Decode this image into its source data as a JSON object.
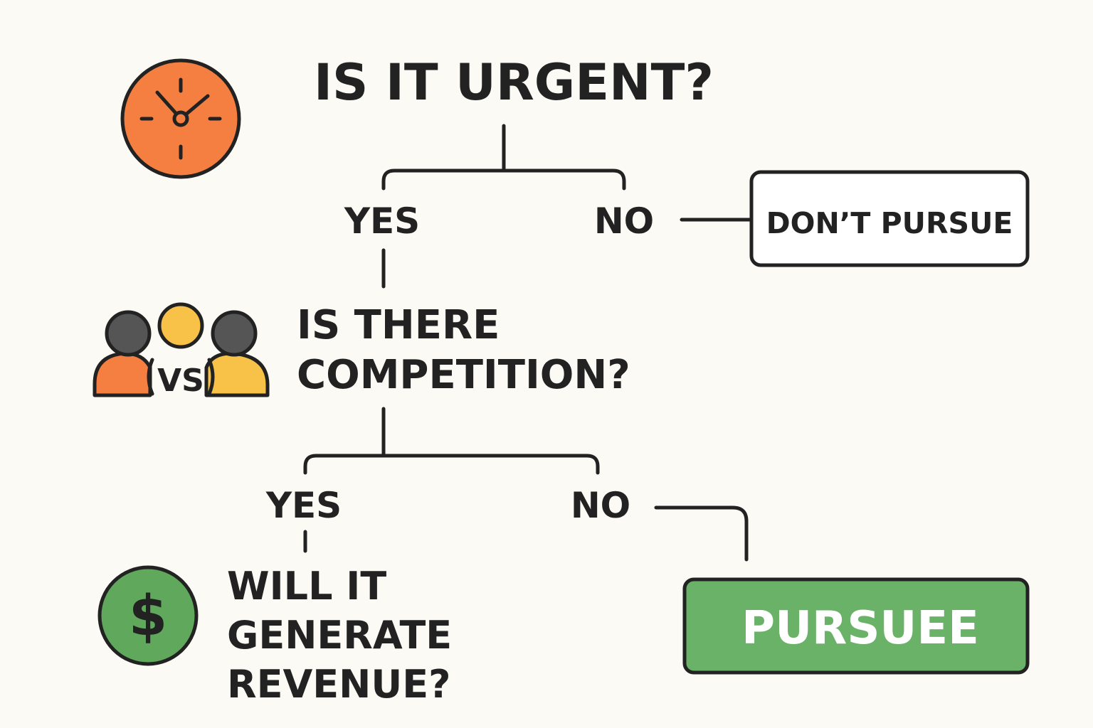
{
  "questions": {
    "urgent": "IS IT URGENT?",
    "competition": [
      "IS THERE",
      "COMPETITION?"
    ],
    "revenue": [
      "WILL IT",
      "GENERATE",
      "REVENUE?"
    ]
  },
  "branches": {
    "urgent_yes": "YES",
    "urgent_no": "NO",
    "competition_yes": "YES",
    "competition_no": "NO"
  },
  "outcomes": {
    "dont_pursue": "DON’T PURSUE",
    "pursue": "PURSUEE"
  },
  "icons": {
    "urgent": "clock-icon",
    "competition": "people-versus-icon",
    "competition_badge": "VS",
    "revenue": "dollar-coin-icon",
    "revenue_symbol": "$"
  },
  "colors": {
    "clock": "#f47f40",
    "person_orange": "#f47f40",
    "person_yellow": "#f7c247",
    "person_head_gray": "#555555",
    "coin": "#5fa85c",
    "pursue_box": "#69b268",
    "pursue_text": "#ffffff",
    "lines": "#222222"
  }
}
